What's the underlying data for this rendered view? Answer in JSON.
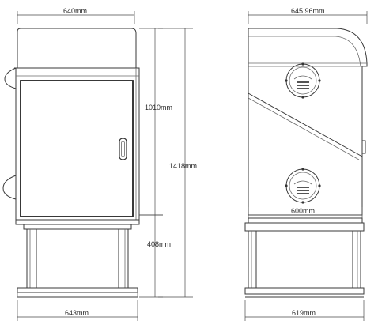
{
  "dimensions": {
    "front_top_width": "640mm",
    "side_top_depth": "645.96mm",
    "cabinet_height": "1010mm",
    "total_height": "1418mm",
    "stand_height": "408mm",
    "side_cabinet_depth": "600mm",
    "front_base_width": "643mm",
    "side_base_depth": "619mm"
  },
  "colors": {
    "line": "#3a3a3a",
    "door_outline": "#222222"
  }
}
